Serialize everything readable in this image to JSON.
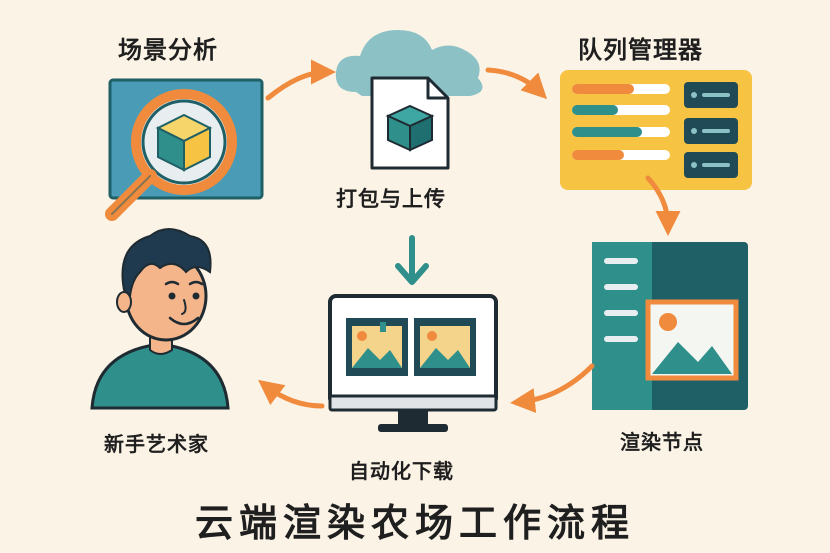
{
  "steps": {
    "scene_analysis": "场景分析",
    "pack_upload": "打包与上传",
    "queue_manager": "队列管理器",
    "render_node": "渲染节点",
    "auto_download": "自动化下载",
    "artist": "新手艺术家"
  },
  "title": "云端渲染农场工作流程",
  "icons": {
    "scene": "magnifier-cube-icon",
    "upload": "cloud-file-icon",
    "queue": "queue-dashboard-icon",
    "node": "server-image-icon",
    "download": "monitor-film-icon",
    "artist": "person-avatar-icon"
  },
  "colors": {
    "orange": "#f08a3c",
    "teal": "#2f8f8a",
    "dark_teal": "#1f5f66",
    "yellow": "#f6c342",
    "blue": "#4a9bb5",
    "background": "#fbf3e6"
  }
}
